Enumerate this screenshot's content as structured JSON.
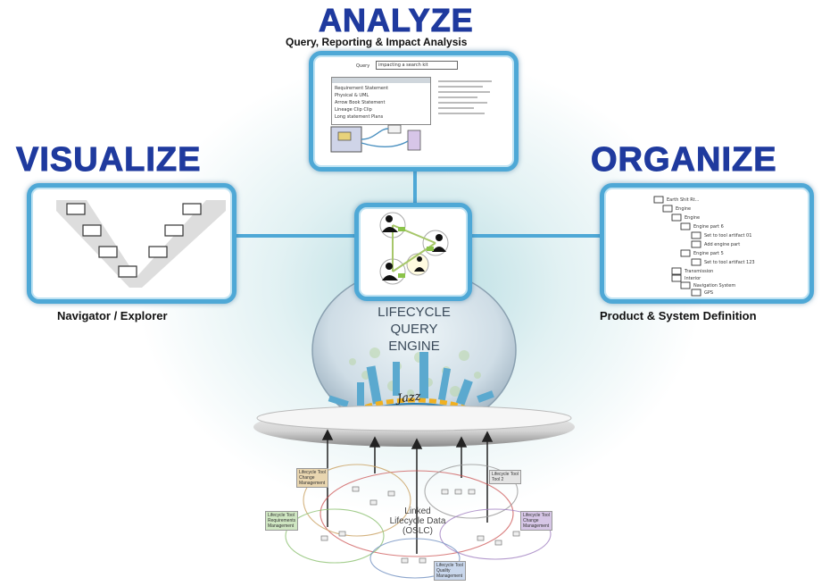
{
  "headings": {
    "analyze": "ANALYZE",
    "analyze_sub": "Query, Reporting & Impact Analysis",
    "visualize": "VISUALIZE",
    "visualize_sub": "Navigator / Explorer",
    "organize": "ORGANIZE",
    "organize_sub": "Product & System Definition"
  },
  "engine": {
    "line1": "LIFECYCLE",
    "line2": "QUERY",
    "line3": "ENGINE",
    "logo": "Jazz"
  },
  "oslc": {
    "line1": "Linked",
    "line2": "Lifecycle Data",
    "line3": "(OSLC)"
  },
  "tool_tags": [
    {
      "line1": "Lifecycle Tool",
      "line2": "Change",
      "line3": "Management",
      "color": "#e9d6b0"
    },
    {
      "line1": "Lifecycle Tool",
      "line2": "Tool 2",
      "line3": "",
      "color": "#e4e4e4"
    },
    {
      "line1": "Lifecycle Tool",
      "line2": "Requirements",
      "line3": "Management",
      "color": "#cfe6c2"
    },
    {
      "line1": "Lifecycle Tool",
      "line2": "Change",
      "line3": "Management",
      "color": "#d6c6e6"
    },
    {
      "line1": "Lifecycle Tool",
      "line2": "Quality",
      "line3": "Management",
      "color": "#c9d7ec"
    }
  ],
  "analyze_panel": {
    "query_label": "Query",
    "query_value": "impacting a search kit",
    "rows": [
      "Requirement Statement",
      "Physical & UML",
      "Arrow Book Statement",
      "Lineage Clip Clip",
      "Long statement Plans"
    ]
  },
  "organize_tree": [
    "Earth Shit  Rt...",
    "Engine",
    "Engine",
    "Engine part  6",
    "Set to tool artifact  01",
    "Add engine part",
    "Engine part  5",
    "Set to tool artifact 123",
    "Transmission",
    "Interior",
    "Navigation System",
    "GPS"
  ],
  "colors": {
    "heading": "#1f3a9e",
    "panel_border": "#4ea8d6"
  }
}
